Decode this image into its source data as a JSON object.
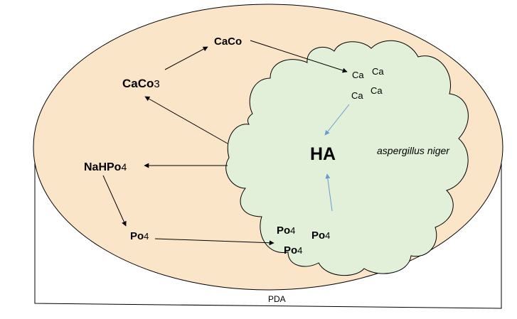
{
  "diagram": {
    "plate_label": "PDA",
    "organism_label": "aspergillus niger",
    "center_label": "HA",
    "nodes": {
      "caco": "CaCo",
      "caco3_base": "CaCo",
      "caco3_sub": "3",
      "nahpo4_base": "NaHPo",
      "nahpo4_sub": "4",
      "po4_left_base": "Po",
      "po4_left_sub": "4",
      "po4_a_base": "Po",
      "po4_a_sub": "4",
      "po4_b_base": "Po",
      "po4_b_sub": "4",
      "po4_c_base": "Po",
      "po4_c_sub": "4",
      "ca1": "Ca",
      "ca2": "Ca",
      "ca3": "Ca",
      "ca4": "Ca"
    },
    "colors": {
      "plate_fill": "#fbe5c8",
      "cloud_fill": "#e2efd9",
      "outline": "#000000",
      "arrow_blue": "#6a9bd1"
    }
  }
}
